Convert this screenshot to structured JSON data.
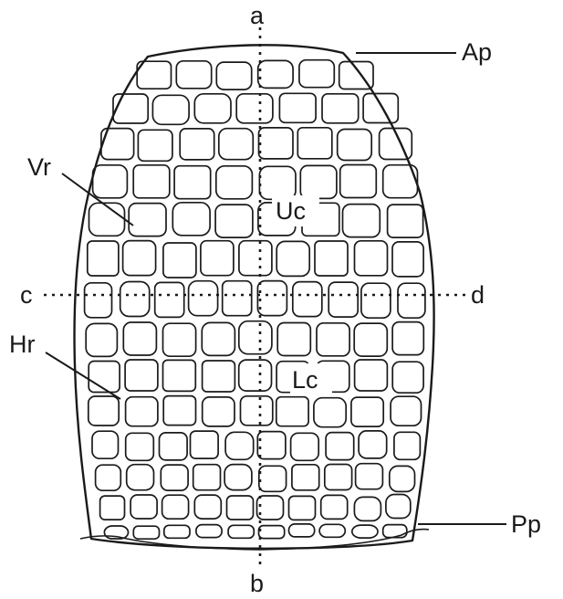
{
  "labels": {
    "a": "a",
    "b": "b",
    "c": "c",
    "d": "d",
    "ap": "Ap",
    "pp": "Pp",
    "vr": "Vr",
    "hr": "Hr",
    "uc": "Uc",
    "lc": "Lc"
  },
  "colors": {
    "line": "#1a1a1a",
    "background": "#ffffff"
  }
}
